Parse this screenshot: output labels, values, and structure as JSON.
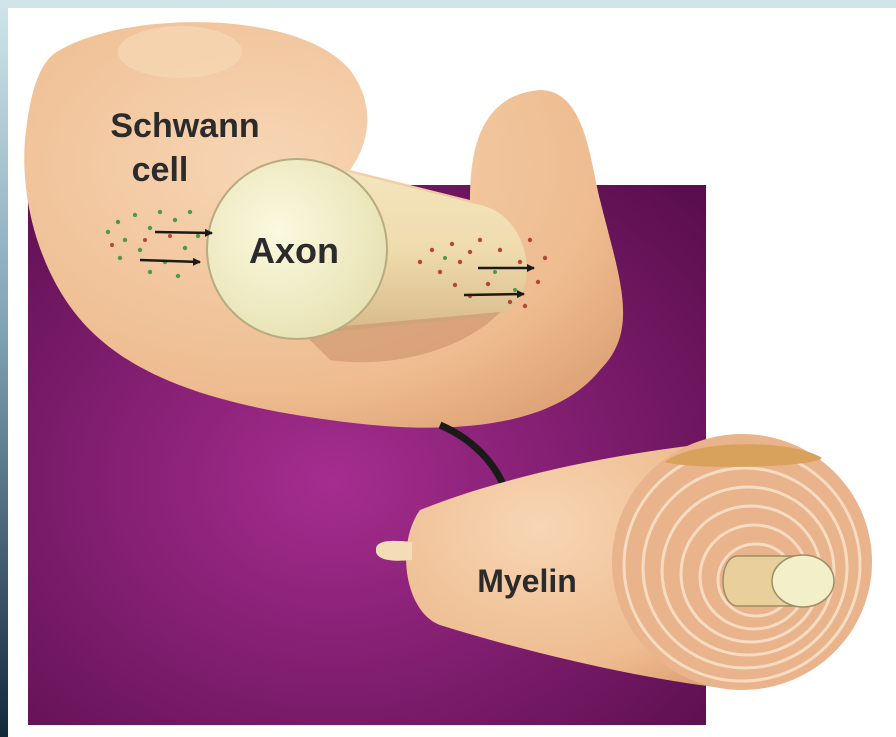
{
  "labels": {
    "schwann_line1": "Schwann",
    "schwann_line2": "cell",
    "axon": "Axon",
    "myelin": "Myelin"
  },
  "colors": {
    "frame_top": "#cfe5ea",
    "frame_left": "#1f3e55",
    "purple_center": "#a52d8f",
    "purple_edge": "#5a0e4e",
    "schwann_cell": "#f0c197",
    "axon": "#f1efc9",
    "arrow": "#1a1a1a",
    "dots_green": "#4c9a48",
    "dots_red": "#b2463a"
  }
}
